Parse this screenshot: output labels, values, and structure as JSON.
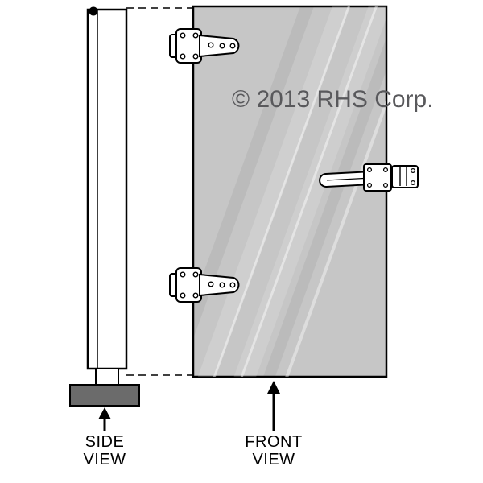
{
  "copyright": "© 2013 RHS Corp.",
  "labels": {
    "side_view": [
      "SIDE",
      "VIEW"
    ],
    "front_view": [
      "FRONT",
      "VIEW"
    ]
  },
  "colors": {
    "door_fill": "#c6c6c6",
    "base_fill": "#6b6b6b",
    "outline": "#000000",
    "copyright": "#59595c",
    "hardware_fill": "#ffffff"
  }
}
